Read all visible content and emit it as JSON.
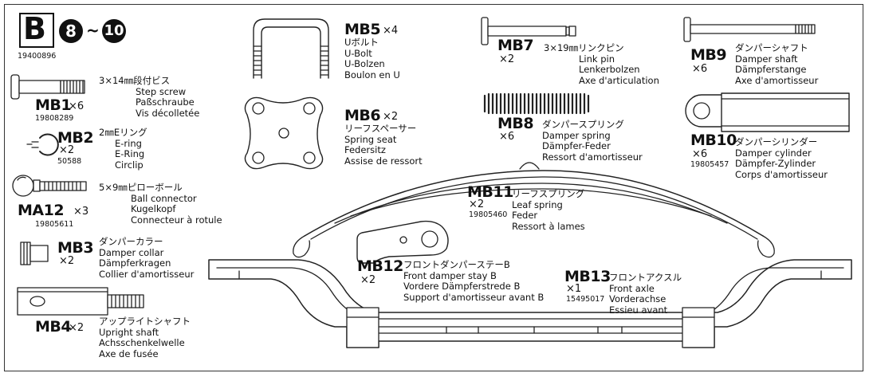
{
  "header": {
    "section_letter": "B",
    "step_from": "8",
    "step_to": "10",
    "tilde": "~",
    "bag_number": "19400896"
  },
  "parts": {
    "mb1": {
      "code": "MB1",
      "qty": "×6",
      "number": "19808289",
      "lines": [
        "3×14㎜段付ビス",
        "Step screw",
        "Paßschraube",
        "Vis décolletée"
      ]
    },
    "mb2": {
      "code": "MB2",
      "qty": "×2",
      "number": "50588",
      "lines": [
        "2㎜Eリング",
        "E-ring",
        "E-Ring",
        "Circlip"
      ]
    },
    "ma12": {
      "code": "MA12",
      "qty": "×3",
      "number": "19805611",
      "lines": [
        "5×9㎜ピローボール",
        "Ball connector",
        "Kugelkopf",
        "Connecteur à rotule"
      ]
    },
    "mb3": {
      "code": "MB3",
      "qty": "×2",
      "lines": [
        "ダンパーカラー",
        "Damper collar",
        "Dämpferkragen",
        "Collier d'amortisseur"
      ]
    },
    "mb4": {
      "code": "MB4",
      "qty": "×2",
      "lines": [
        "アップライトシャフト",
        "Upright shaft",
        "Achsschenkelwelle",
        "Axe de fusée"
      ]
    },
    "mb5": {
      "code": "MB5",
      "qty": "×4",
      "lines": [
        "Uボルト",
        "U-Bolt",
        "U-Bolzen",
        "Boulon en U"
      ]
    },
    "mb6": {
      "code": "MB6",
      "qty": "×2",
      "lines": [
        "リーフスペーサー",
        "Spring seat",
        "Federsitz",
        "Assise de ressort"
      ]
    },
    "mb7": {
      "code": "MB7",
      "qty": "×2",
      "lines": [
        "3×19㎜リンクピン",
        "Link pin",
        "Lenkerbolzen",
        "Axe d'articulation"
      ]
    },
    "mb8": {
      "code": "MB8",
      "qty": "×6",
      "lines": [
        "ダンパースプリング",
        "Damper spring",
        "Dämpfer-Feder",
        "Ressort d'amortisseur"
      ]
    },
    "mb9": {
      "code": "MB9",
      "qty": "×6",
      "lines": [
        "ダンパーシャフト",
        "Damper shaft",
        "Dämpferstange",
        "Axe d'amortisseur"
      ]
    },
    "mb10": {
      "code": "MB10",
      "qty": "×6",
      "number": "19805457",
      "lines": [
        "ダンパーシリンダー",
        "Damper cylinder",
        "Dämpfer-Zylinder",
        "Corps d'amortisseur"
      ]
    },
    "mb11": {
      "code": "MB11",
      "qty": "×2",
      "number": "19805460",
      "lines": [
        "リーフスプリング",
        "Leaf spring",
        "Feder",
        "Ressort à lames"
      ]
    },
    "mb12": {
      "code": "MB12",
      "qty": "×2",
      "lines": [
        "フロントダンパーステーB",
        "Front damper stay B",
        "Vordere Dämpferstrede B",
        "Support d'amortisseur avant B"
      ]
    },
    "mb13": {
      "code": "MB13",
      "qty": "×1",
      "number": "15495017",
      "lines": [
        "フロントアクスル",
        "Front axle",
        "Vorderachse",
        "Essieu avant"
      ]
    }
  }
}
